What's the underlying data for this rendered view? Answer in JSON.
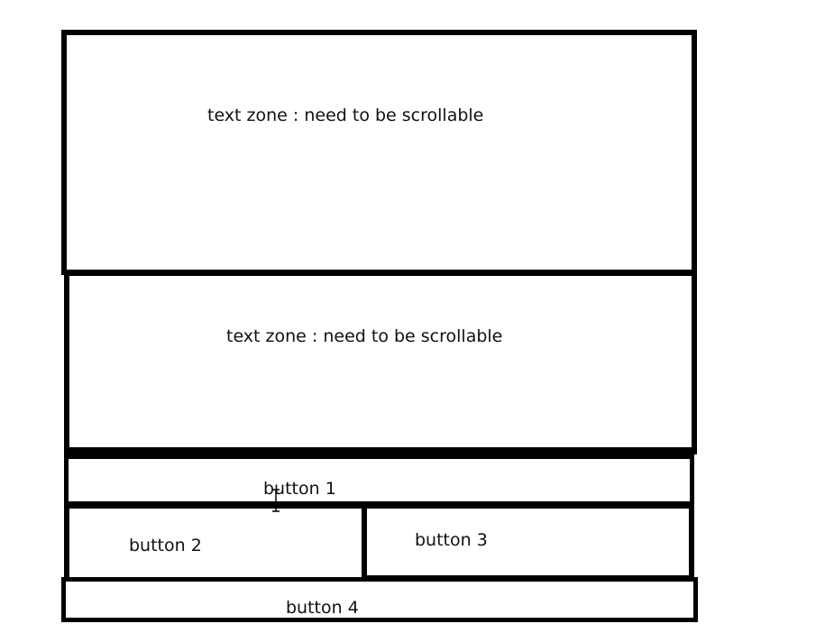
{
  "zones": {
    "zone1_label": "text zone : need to be scrollable",
    "zone2_label": "text zone : need to be scrollable"
  },
  "buttons": {
    "button1": "button 1",
    "button2": "button 2",
    "button3": "button 3",
    "button4": "button 4"
  },
  "cursor_icon": "text-cursor-icon"
}
